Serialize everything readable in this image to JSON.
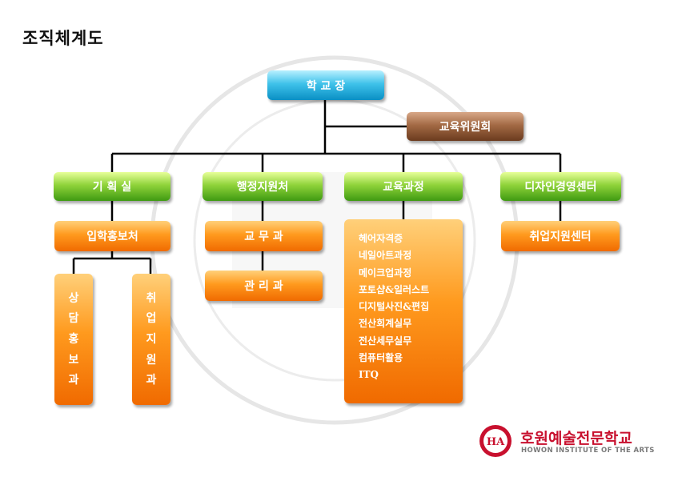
{
  "title": "조직체계도",
  "nodes": {
    "principal": "학 교 장",
    "committee": "교육위원회",
    "planning": "기 획 실",
    "admin": "행정지원처",
    "curriculum": "교육과정",
    "design": "디자인경영센터",
    "admission": "입학홍보처",
    "academic": "교 무 과",
    "management": "관 리 과",
    "employment_center": "취업지원센터",
    "counsel_chars": [
      "상",
      "담",
      "홍",
      "보",
      "과"
    ],
    "career_chars": [
      "취",
      "업",
      "지",
      "원",
      "과"
    ]
  },
  "courses": [
    "헤어자격증",
    "네일아트과정",
    "메이크업과정",
    "포토샵&일러스트",
    "디지털사진&편집",
    "전산회계실무",
    "전산세무실무",
    "컴퓨터활용",
    "ITQ"
  ],
  "logo": {
    "name": "호원예술전문학교",
    "english": "HOWON INSTITUTE OF THE ARTS",
    "seal": "HA"
  },
  "colors": {
    "cyan": "#3fc2ea",
    "brown": "#a36a45",
    "green": "#8fd33a",
    "orange": "#ff9a1e",
    "logo_red": "#c8102e"
  }
}
